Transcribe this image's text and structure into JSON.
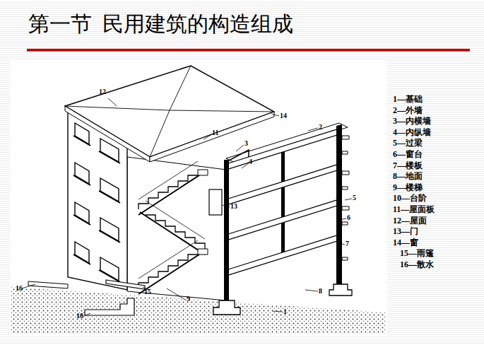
{
  "diagram": {
    "title": "第一节  民用建筑的构造组成",
    "labels": [
      "12",
      "14",
      "2",
      "11",
      "3",
      "4",
      "13",
      "5",
      "6",
      "7",
      "16",
      "15",
      "8",
      "9",
      "1",
      "10",
      "1—基础",
      "2—外墙",
      "3—内横墙",
      "4—内纵墙",
      "5—过梁",
      "6—窗台",
      "7—楼板",
      "8—地面",
      "9—楼梯",
      "10—台阶",
      "11—屋面板",
      "12—屋面",
      "13—门",
      "14—窗",
      "15—雨篷",
      "16—散水"
    ]
  }
}
